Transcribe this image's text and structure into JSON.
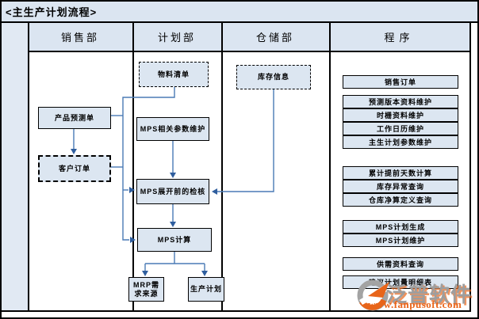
{
  "title": "<主生产计划流程>",
  "lanes": [
    {
      "label": "销售部"
    },
    {
      "label": "计划部"
    },
    {
      "label": "仓储部"
    },
    {
      "label": "程序"
    }
  ],
  "nodes": [
    {
      "label": "产品预测单"
    },
    {
      "label": "客户订单"
    },
    {
      "label": "物料清单"
    },
    {
      "label": "MPS相关参数维护"
    },
    {
      "label": "MPS展开前的检核"
    },
    {
      "label": "MPS计算"
    },
    {
      "label": "MRP需求来源"
    },
    {
      "label": "生产计划"
    },
    {
      "label": "库存信息"
    },
    {
      "label": "销售订单"
    },
    {
      "label": "预测版本资料维护"
    },
    {
      "label": "时栅资料维护"
    },
    {
      "label": "工作日历维护"
    },
    {
      "label": "主生计划参数维护"
    },
    {
      "label": "累计提前天数计算"
    },
    {
      "label": "库存异常查询"
    },
    {
      "label": "仓库净算定义查询"
    },
    {
      "label": "MPS计划生成"
    },
    {
      "label": "MPS计划维护"
    },
    {
      "label": "供需资料查询"
    },
    {
      "label": "建议计划量明细表"
    }
  ],
  "watermark": {
    "brand": "泛普软件",
    "url": "www.fanpusoft.com"
  },
  "colors": {
    "node_fill": "#dce6f1",
    "header_fill": "#dbe5f1",
    "connector_blue": "#4a7ab5",
    "arrowhead_blue": "#2f5e9e",
    "watermark_orange": "#e8651a",
    "watermark_gray": "#9e9e9e"
  }
}
